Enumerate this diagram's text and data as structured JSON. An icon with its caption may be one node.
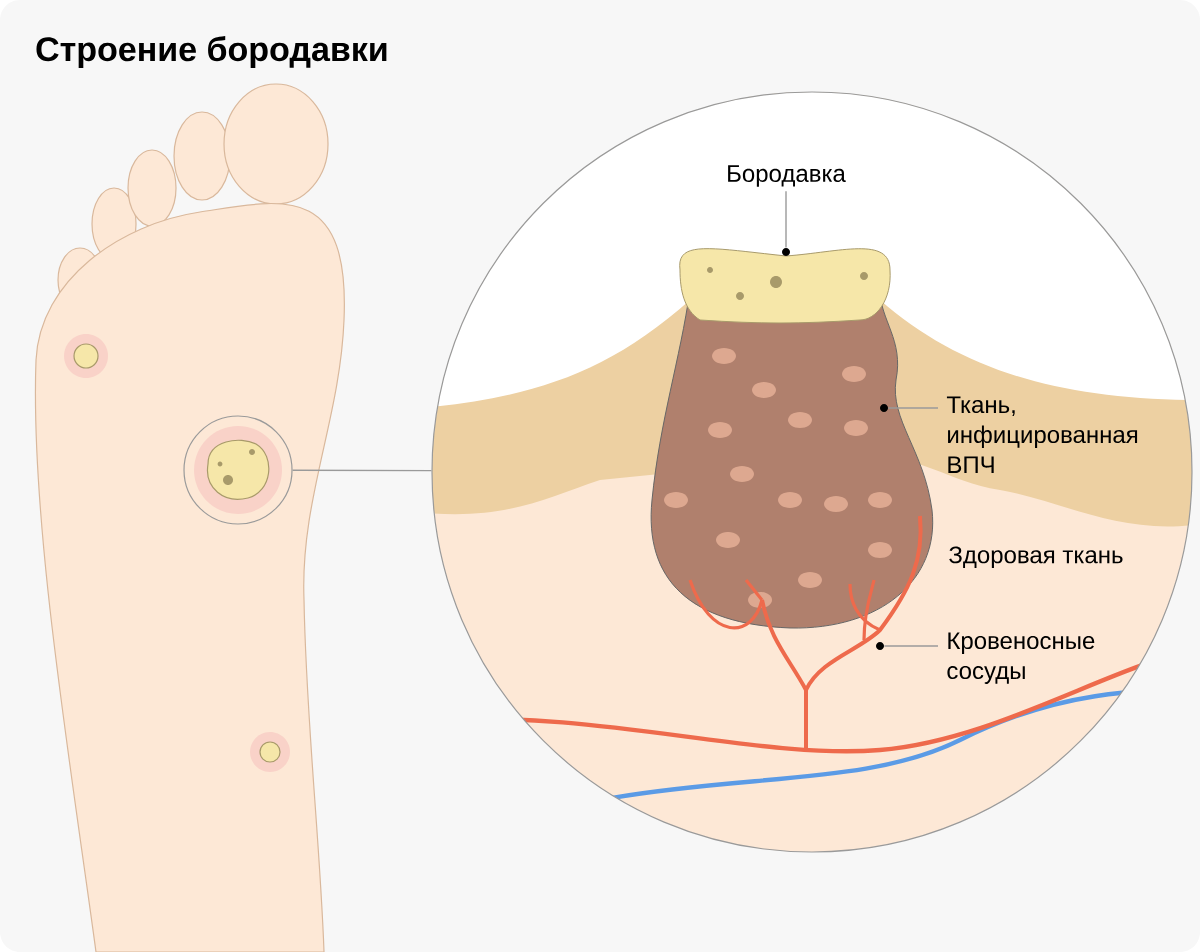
{
  "diagram": {
    "title": "Строение бородавки",
    "nodes": [
      {
        "text": [],
        "shape": "circle"
      },
      {
        "text": [],
        "shape": "circle"
      },
      {
        "text": [
          "Бородавка"
        ],
        "in": 1
      },
      {
        "text": [],
        "shape": "circle",
        "in": 1
      },
      {
        "text": [
          "Ткань, инфицированная ВПЧ"
        ],
        "in": 1
      },
      {
        "text": [],
        "shape": "circle",
        "in": 1
      },
      {
        "text": [
          "Кровеносные сосуды"
        ],
        "in": 1
      },
      {
        "text": [],
        "shape": "circle",
        "in": 1
      }
    ],
    "edges": [
      {
        "from": 0,
        "to": 1,
        "arrow": "none"
      },
      {
        "from": 2,
        "to": 3,
        "arrow": "none"
      },
      {
        "from": 4,
        "to": 5,
        "arrow": "none"
      },
      {
        "from": 6,
        "to": 7,
        "arrow": "none"
      }
    ],
    "labels": [
      "Здоровая ткань"
    ]
  }
}
